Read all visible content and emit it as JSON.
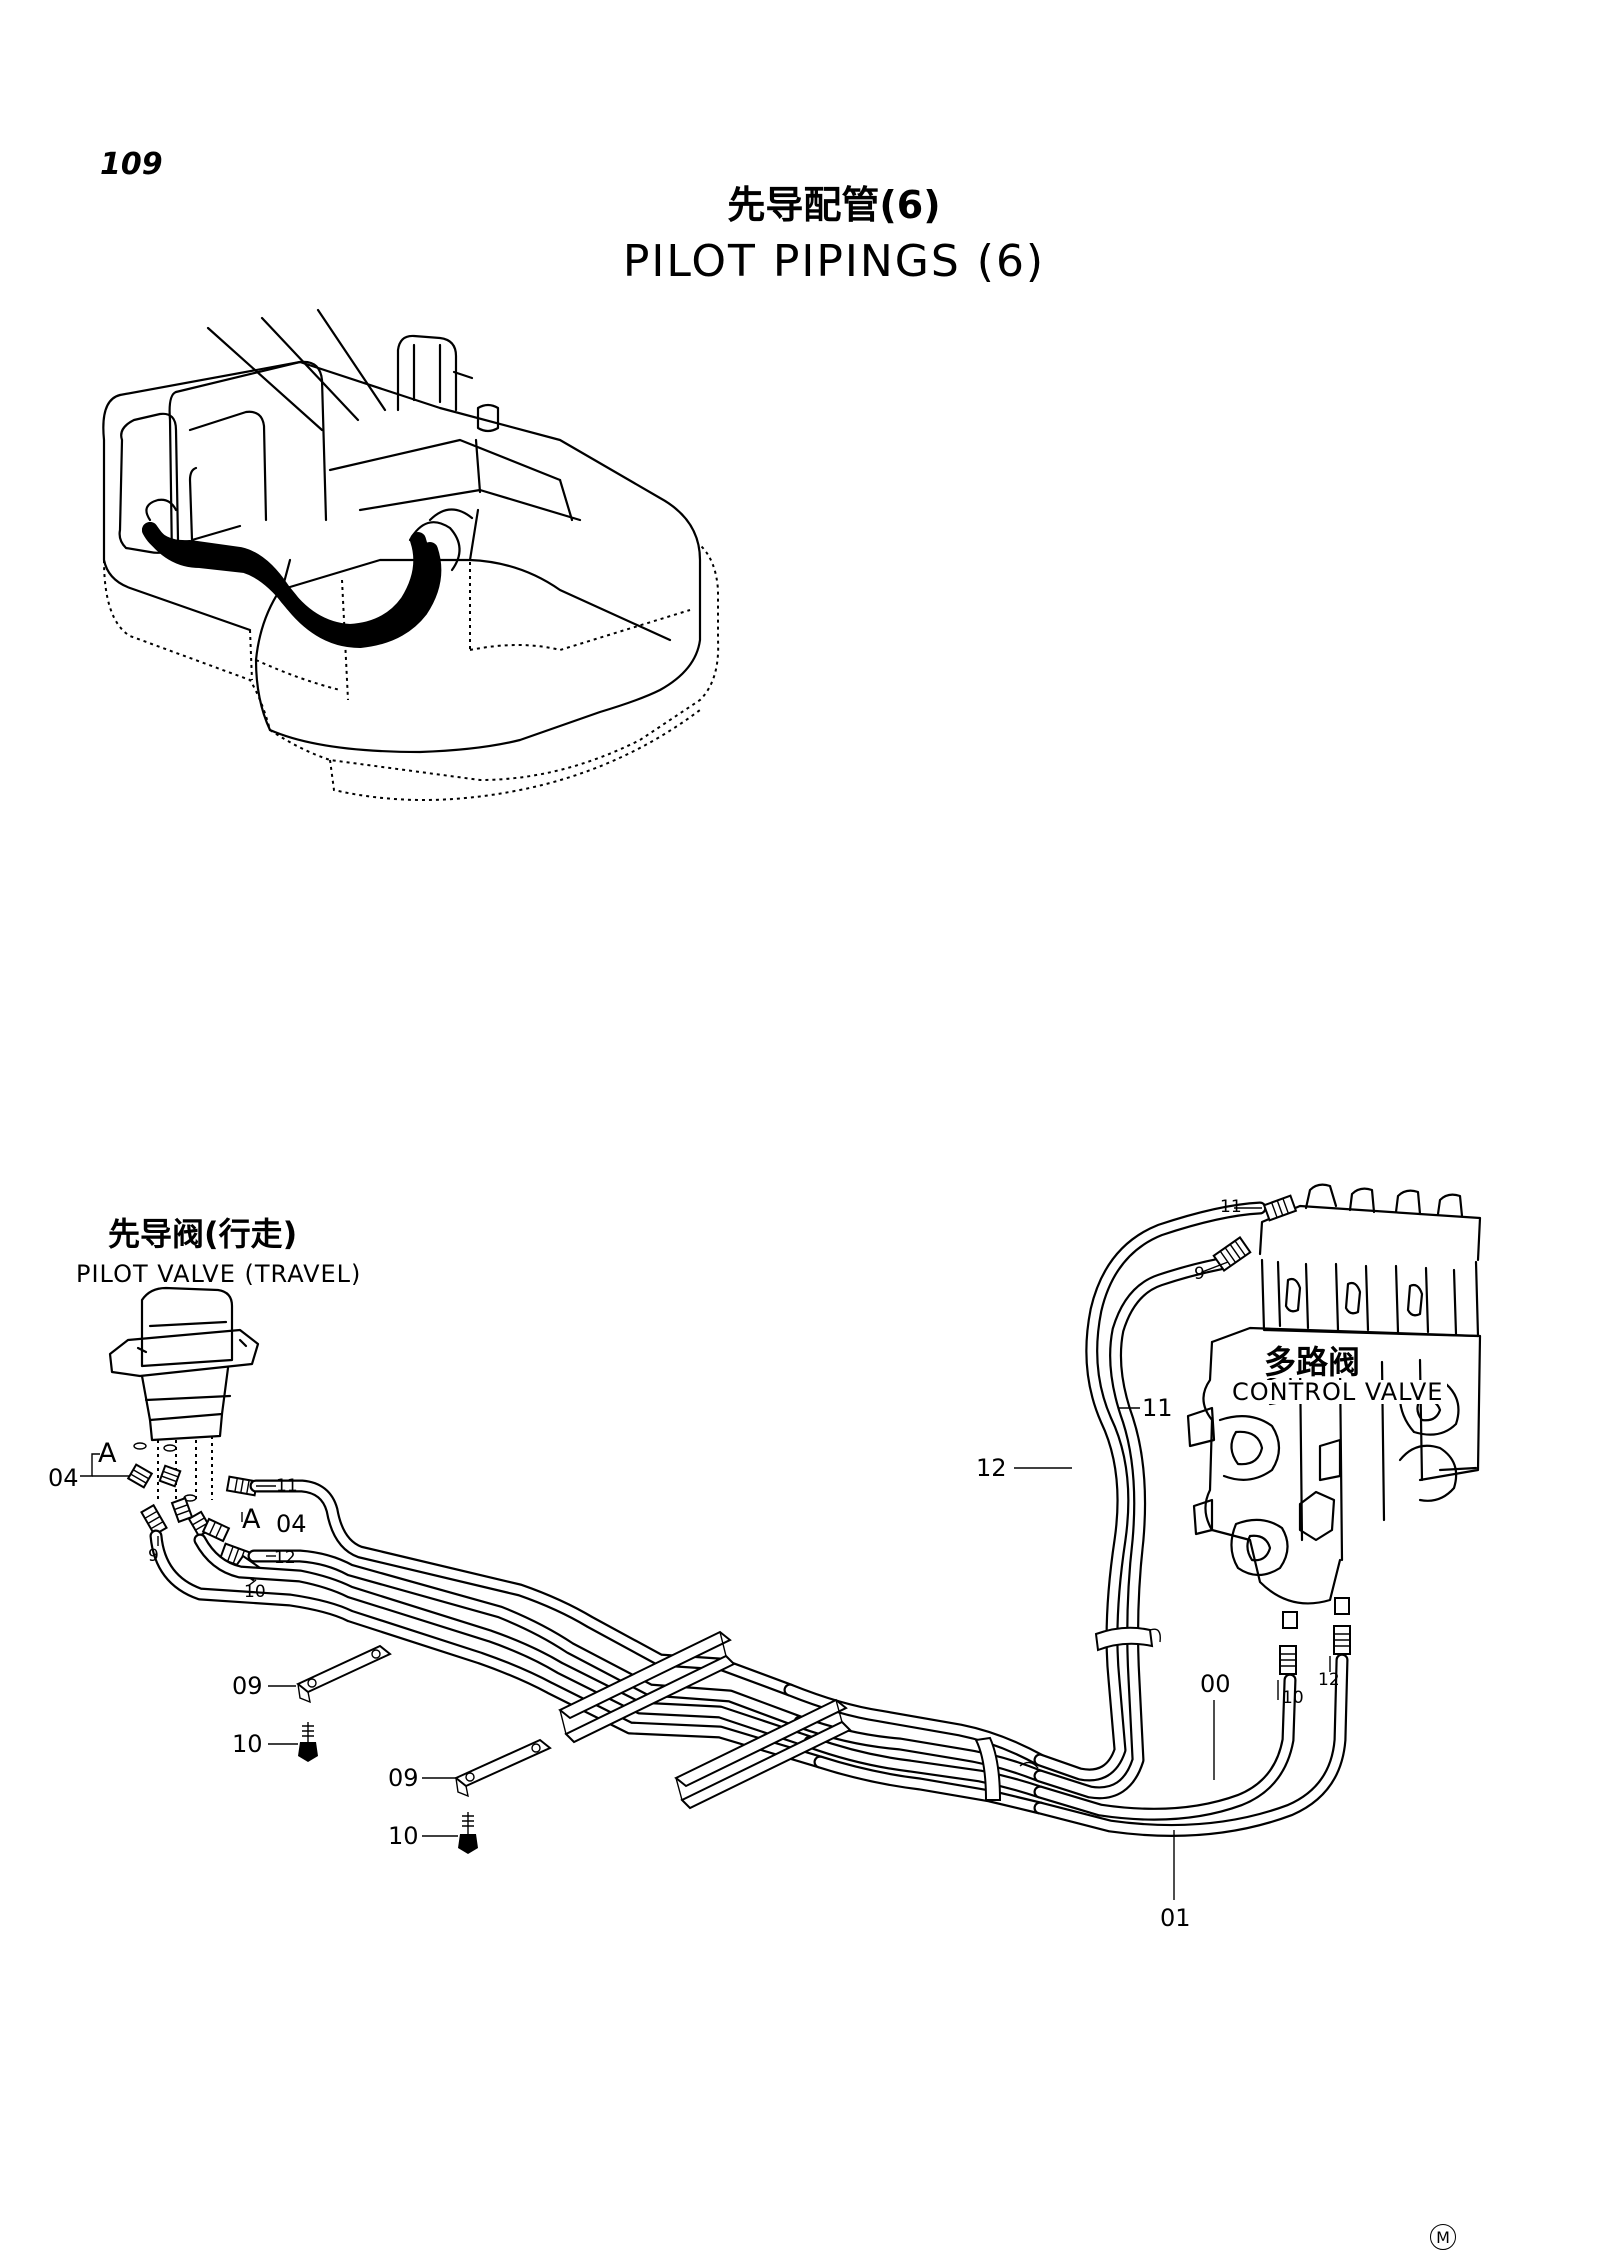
{
  "page_number": "109",
  "title_cn": "先导配管(6)",
  "title_en": "PILOT PIPINGS (6)",
  "components": {
    "pilot_valve": {
      "name_cn": "先导阀(行走)",
      "name_en": "PILOT VALVE (TRAVEL)"
    },
    "control_valve": {
      "name_cn": "多路阀",
      "name_en": "CONTROL VALVE"
    }
  },
  "callouts": {
    "A": "A",
    "p04": "04",
    "p09": "09",
    "p10": "10",
    "p11": "11",
    "p12": "12",
    "p9": "9",
    "p00": "00",
    "p01": "01"
  },
  "corner_mark": "M"
}
